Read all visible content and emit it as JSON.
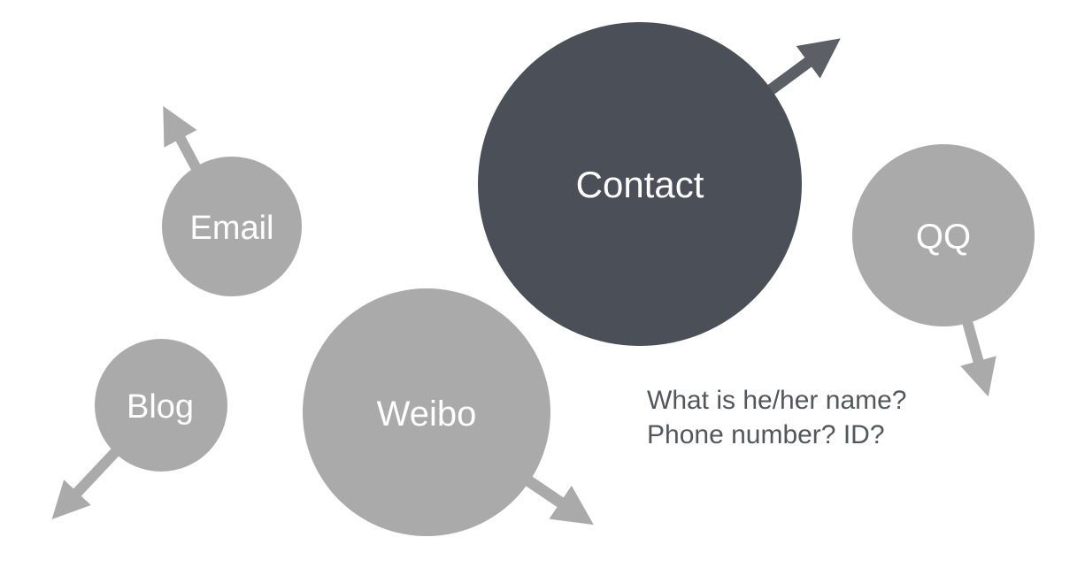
{
  "diagram": {
    "nodes": [
      {
        "id": "contact",
        "label": "Contact",
        "emphasis": true
      },
      {
        "id": "email",
        "label": "Email",
        "emphasis": false
      },
      {
        "id": "blog",
        "label": "Blog",
        "emphasis": false
      },
      {
        "id": "weibo",
        "label": "Weibo",
        "emphasis": false
      },
      {
        "id": "qq",
        "label": "QQ",
        "emphasis": false
      }
    ],
    "note": {
      "line1": "What is he/her name?",
      "line2": "Phone number? ID?"
    },
    "colors": {
      "background": "#ffffff",
      "node_fill": "#a9aaa9",
      "node_accent_fill": "#4b4f57",
      "arrow_gray": "#a9aaa9",
      "arrow_dark": "#5c5f65",
      "label_text": "#ffffff",
      "note_text": "#54565c"
    }
  }
}
